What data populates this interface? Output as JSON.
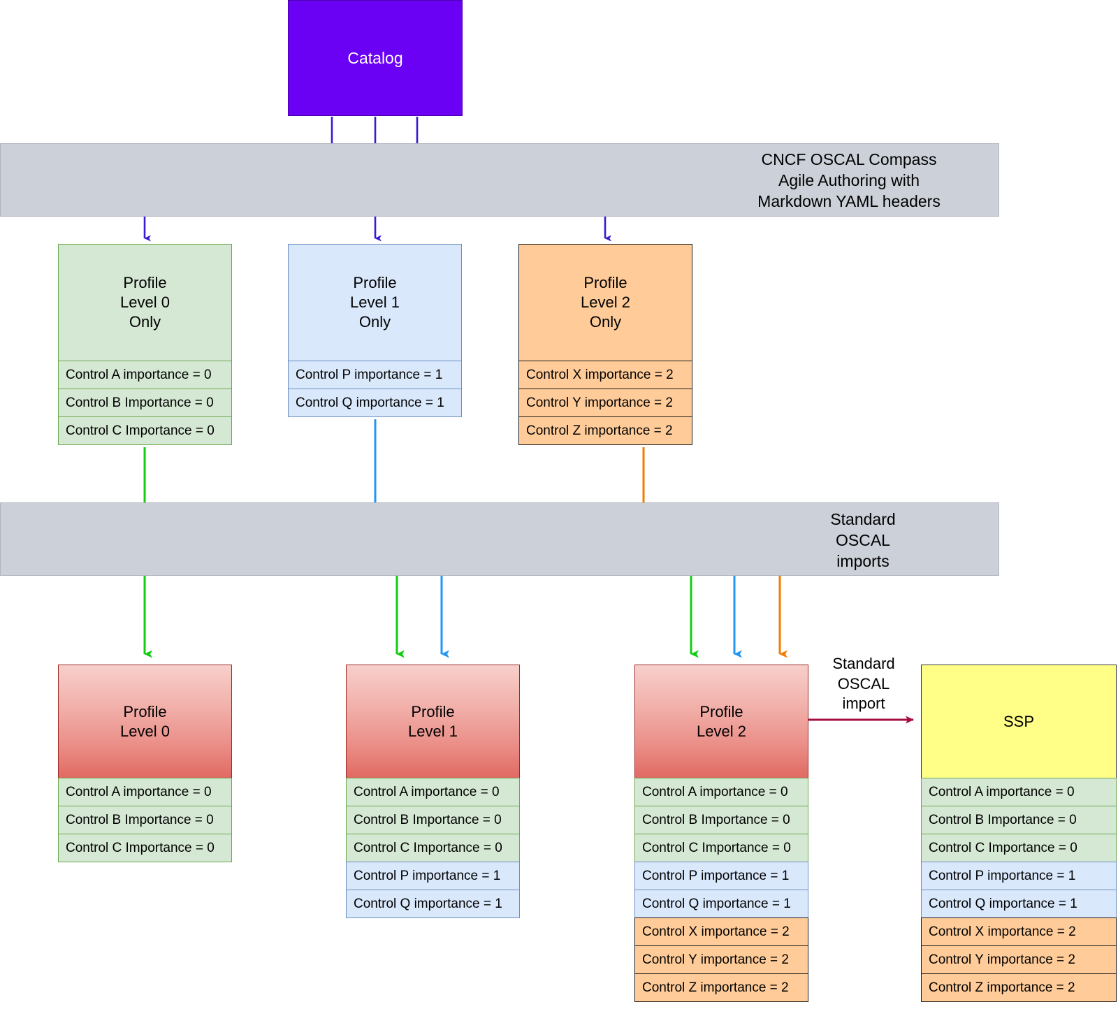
{
  "diagram": {
    "title": "OSCAL Compass profile resolution and SSP import flow",
    "colors": {
      "catalog_fill": "#6a00f4",
      "banner_fill": "#ccd1d9",
      "green_fill": "#d5e8d4",
      "green_stroke": "#6aa84f",
      "blue_fill": "#dae8fc",
      "blue_stroke": "#6c8ebf",
      "orange_fill": "#ffcc99",
      "orange_stroke": "#1a1a1a",
      "red_header_fill": "#e06a63",
      "red_header_stroke": "#9c2a25",
      "ssp_fill": "#ffff88",
      "ssp_stroke": "#333333",
      "arrow_purple": "#3b1ad1",
      "arrow_green": "#12cc12",
      "arrow_blue": "#2196f3",
      "arrow_orange": "#f57c00",
      "arrow_crimson": "#a50d3f"
    }
  },
  "catalog": {
    "label": "Catalog"
  },
  "banners": {
    "top": {
      "label": "CNCF OSCAL Compass\nAgile Authoring with\nMarkdown YAML headers"
    },
    "middle": {
      "label": "Standard\nOSCAL\nimports"
    }
  },
  "edge_labels": {
    "ssp_import": "Standard\nOSCAL\nimport"
  },
  "authoring_profiles": [
    {
      "id": "profile-level-0-only",
      "header": "Profile\nLevel 0\nOnly",
      "palette": "green",
      "controls": [
        "Control A importance = 0",
        "Control B Importance = 0",
        "Control C Importance = 0"
      ]
    },
    {
      "id": "profile-level-1-only",
      "header": "Profile\nLevel 1\nOnly",
      "palette": "blue",
      "controls": [
        "Control P importance = 1",
        "Control Q importance = 1"
      ]
    },
    {
      "id": "profile-level-2-only",
      "header": "Profile\nLevel 2\nOnly",
      "palette": "orange",
      "controls": [
        "Control X importance = 2",
        "Control Y importance = 2",
        "Control Z importance = 2"
      ]
    }
  ],
  "resolved_profiles": [
    {
      "id": "profile-level-0",
      "header": "Profile\nLevel 0",
      "controls": [
        {
          "text": "Control A importance = 0",
          "palette": "green"
        },
        {
          "text": "Control B Importance = 0",
          "palette": "green"
        },
        {
          "text": "Control C Importance = 0",
          "palette": "green"
        }
      ]
    },
    {
      "id": "profile-level-1",
      "header": "Profile\nLevel 1",
      "controls": [
        {
          "text": "Control A importance = 0",
          "palette": "green"
        },
        {
          "text": "Control B Importance = 0",
          "palette": "green"
        },
        {
          "text": "Control C Importance = 0",
          "palette": "green"
        },
        {
          "text": "Control P importance = 1",
          "palette": "blue"
        },
        {
          "text": "Control Q importance = 1",
          "palette": "blue"
        }
      ]
    },
    {
      "id": "profile-level-2",
      "header": "Profile\nLevel 2",
      "controls": [
        {
          "text": "Control A importance = 0",
          "palette": "green"
        },
        {
          "text": "Control B Importance = 0",
          "palette": "green"
        },
        {
          "text": "Control C Importance = 0",
          "palette": "green"
        },
        {
          "text": "Control P importance = 1",
          "palette": "blue"
        },
        {
          "text": "Control Q importance = 1",
          "palette": "blue"
        },
        {
          "text": "Control X importance = 2",
          "palette": "orange"
        },
        {
          "text": "Control Y importance = 2",
          "palette": "orange"
        },
        {
          "text": "Control Z importance = 2",
          "palette": "orange"
        }
      ]
    }
  ],
  "ssp": {
    "id": "ssp",
    "header": "SSP",
    "controls": [
      {
        "text": "Control A importance = 0",
        "palette": "green"
      },
      {
        "text": "Control B Importance = 0",
        "palette": "green"
      },
      {
        "text": "Control C Importance = 0",
        "palette": "green"
      },
      {
        "text": "Control P importance = 1",
        "palette": "blue"
      },
      {
        "text": "Control Q importance = 1",
        "palette": "blue"
      },
      {
        "text": "Control X importance = 2",
        "palette": "orange"
      },
      {
        "text": "Control Y importance = 2",
        "palette": "orange"
      },
      {
        "text": "Control Z importance = 2",
        "palette": "orange"
      }
    ]
  }
}
